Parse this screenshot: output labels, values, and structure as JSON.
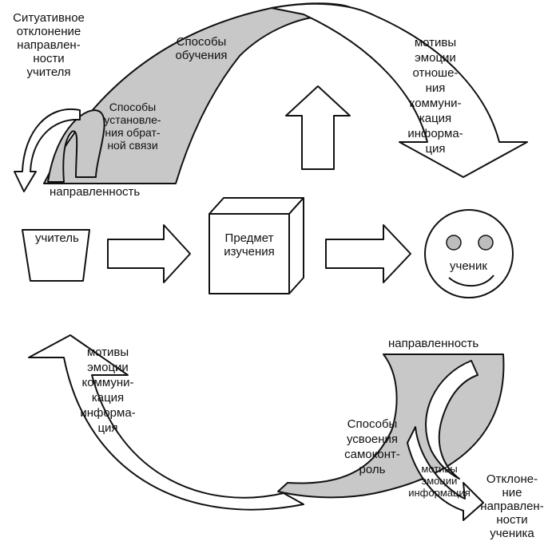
{
  "labels": {
    "teacher_deviation": "Ситуативное\nотклонение\nнаправлен-\nности\nучителя",
    "teaching_methods": "Способы\nобучения",
    "feedback_methods": "Способы\nустановле-\nния обрат-\nной связи",
    "teacher_direction": "направленность",
    "top_right_text": "мотивы\nэмоции\nотноше-\nния\nкоммуни-\nкация\nинформа-\nция",
    "teacher": "учитель",
    "subject": "Предмет\nизучения",
    "student": "ученик",
    "bottom_left_text": "мотивы\nэмоции\nкоммуни-\nкация\nинформа-\nция",
    "student_direction": "направленность",
    "learning_methods": "Способы\nусвоения\nсамоконт-\nроль",
    "student_small_text": "мотивы\nэмоции\nинформация",
    "student_deviation": "Отклоне-\nние\nнаправлен-\nности\nученика"
  },
  "colors": {
    "band_fill": "#c8c8c8",
    "stroke": "#111111",
    "face_eyes": "#bdbdbd",
    "background": "#ffffff"
  }
}
